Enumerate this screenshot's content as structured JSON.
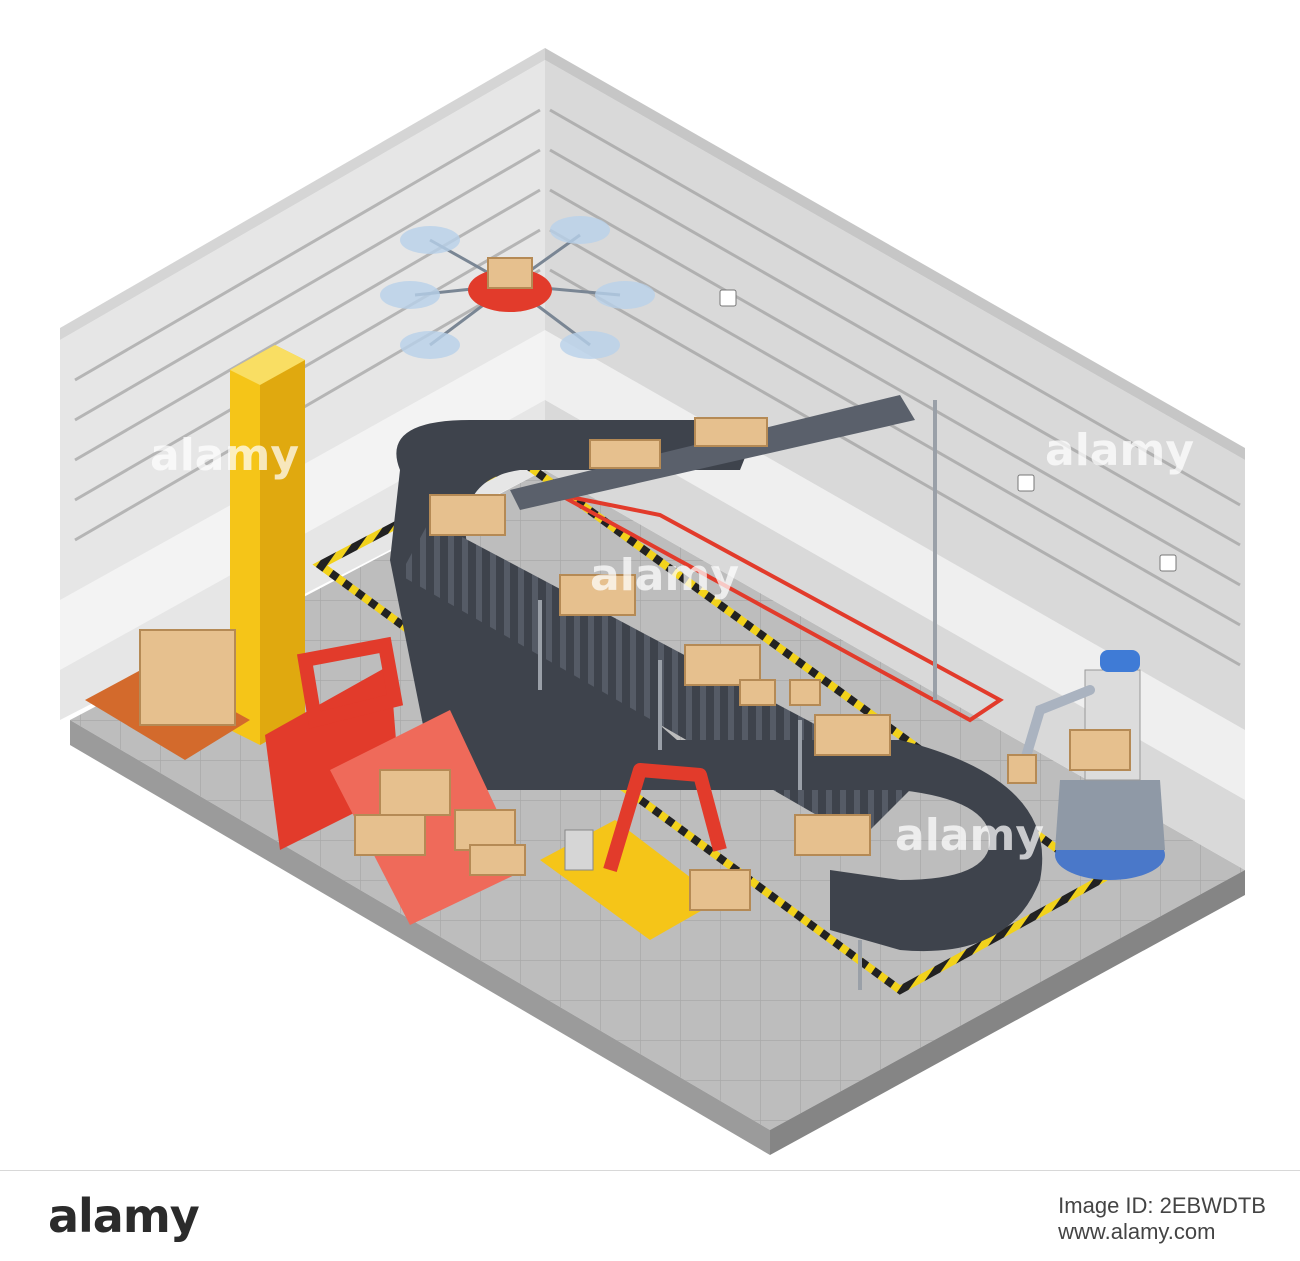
{
  "watermark": {
    "brand": "alamy",
    "footer_image_id_label": "Image ID: 2EBWDTB",
    "footer_site": "www.alamy.com"
  },
  "colors": {
    "wall_light": "#e6e6e6",
    "wall_dark": "#c9c9c9",
    "floor": "#b9b9b9",
    "conveyor_belt": "#3e434c",
    "box": "#e6c08e",
    "crane_yellow": "#f5c518",
    "robot_red": "#e23b2b",
    "hazard_stripe": "#f2d21b"
  },
  "icons": [
    "drone-icon",
    "conveyor-icon",
    "robot-arm-icon",
    "forklift-robot-icon",
    "cardboard-box-icon",
    "pallet-icon",
    "wall-socket-icon"
  ]
}
